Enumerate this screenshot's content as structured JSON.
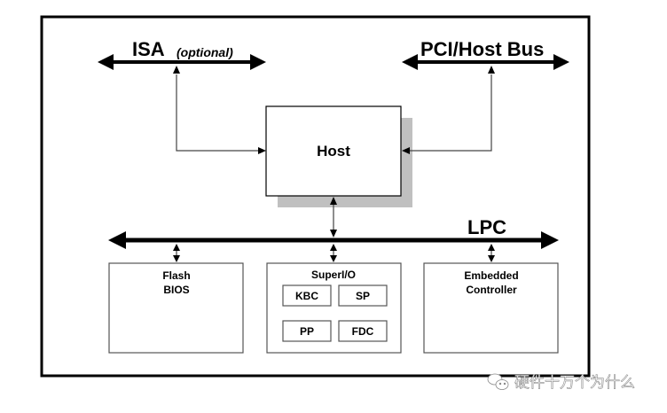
{
  "diagram": {
    "title": "LPC bus system block diagram",
    "buses": {
      "isa": {
        "label": "ISA",
        "qualifier": "(optional)"
      },
      "pci": {
        "label": "PCI/Host Bus"
      },
      "lpc": {
        "label": "LPC"
      }
    },
    "host": {
      "label": "Host"
    },
    "flash_bios": {
      "line1": "Flash",
      "line2": "BIOS"
    },
    "super_io": {
      "label": "SuperI/O",
      "sub_blocks": [
        "KBC",
        "SP",
        "PP",
        "FDC"
      ]
    },
    "embedded_controller": {
      "line1": "Embedded",
      "line2": "Controller"
    },
    "colors": {
      "line": "#000000",
      "connector": "#444444",
      "shadow": "#c0c0c0",
      "background": "#ffffff"
    }
  },
  "watermark": {
    "icon": "wechat-icon",
    "text": "硬件十万个为什么"
  }
}
